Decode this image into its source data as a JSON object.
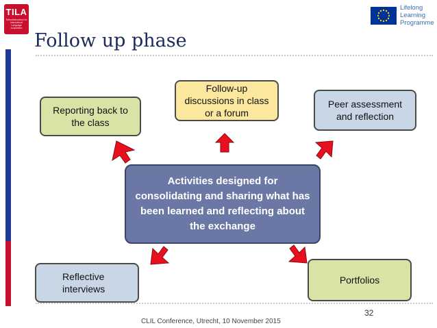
{
  "logo": {
    "word": "TILA",
    "fine": "Telecollaboration for Intercultural Language Acquisition"
  },
  "program": {
    "lines": [
      "Lifelong",
      "Learning",
      "Programme"
    ]
  },
  "slide": {
    "title": "Follow up phase",
    "center": "Activities designed for consolidating and sharing what has been learned and reflecting about the exchange",
    "boxes": {
      "reporting": "Reporting back to the class",
      "followup": "Follow-up discussions in class or a forum",
      "peer": "Peer assessment and reflection",
      "reflective": "Reflective interviews",
      "portfolios": "Portfolios"
    },
    "page_number": "32",
    "footer": "CLIL Conference, Utrecht, 10 November 2015"
  },
  "colors": {
    "center_fill": "#6b78a6",
    "green_box": "#d7e4a6",
    "yellow_box": "#fbe79d",
    "blue_box": "#c8d6e6",
    "arrow": "#e8101f",
    "title": "#1a2b5c"
  }
}
